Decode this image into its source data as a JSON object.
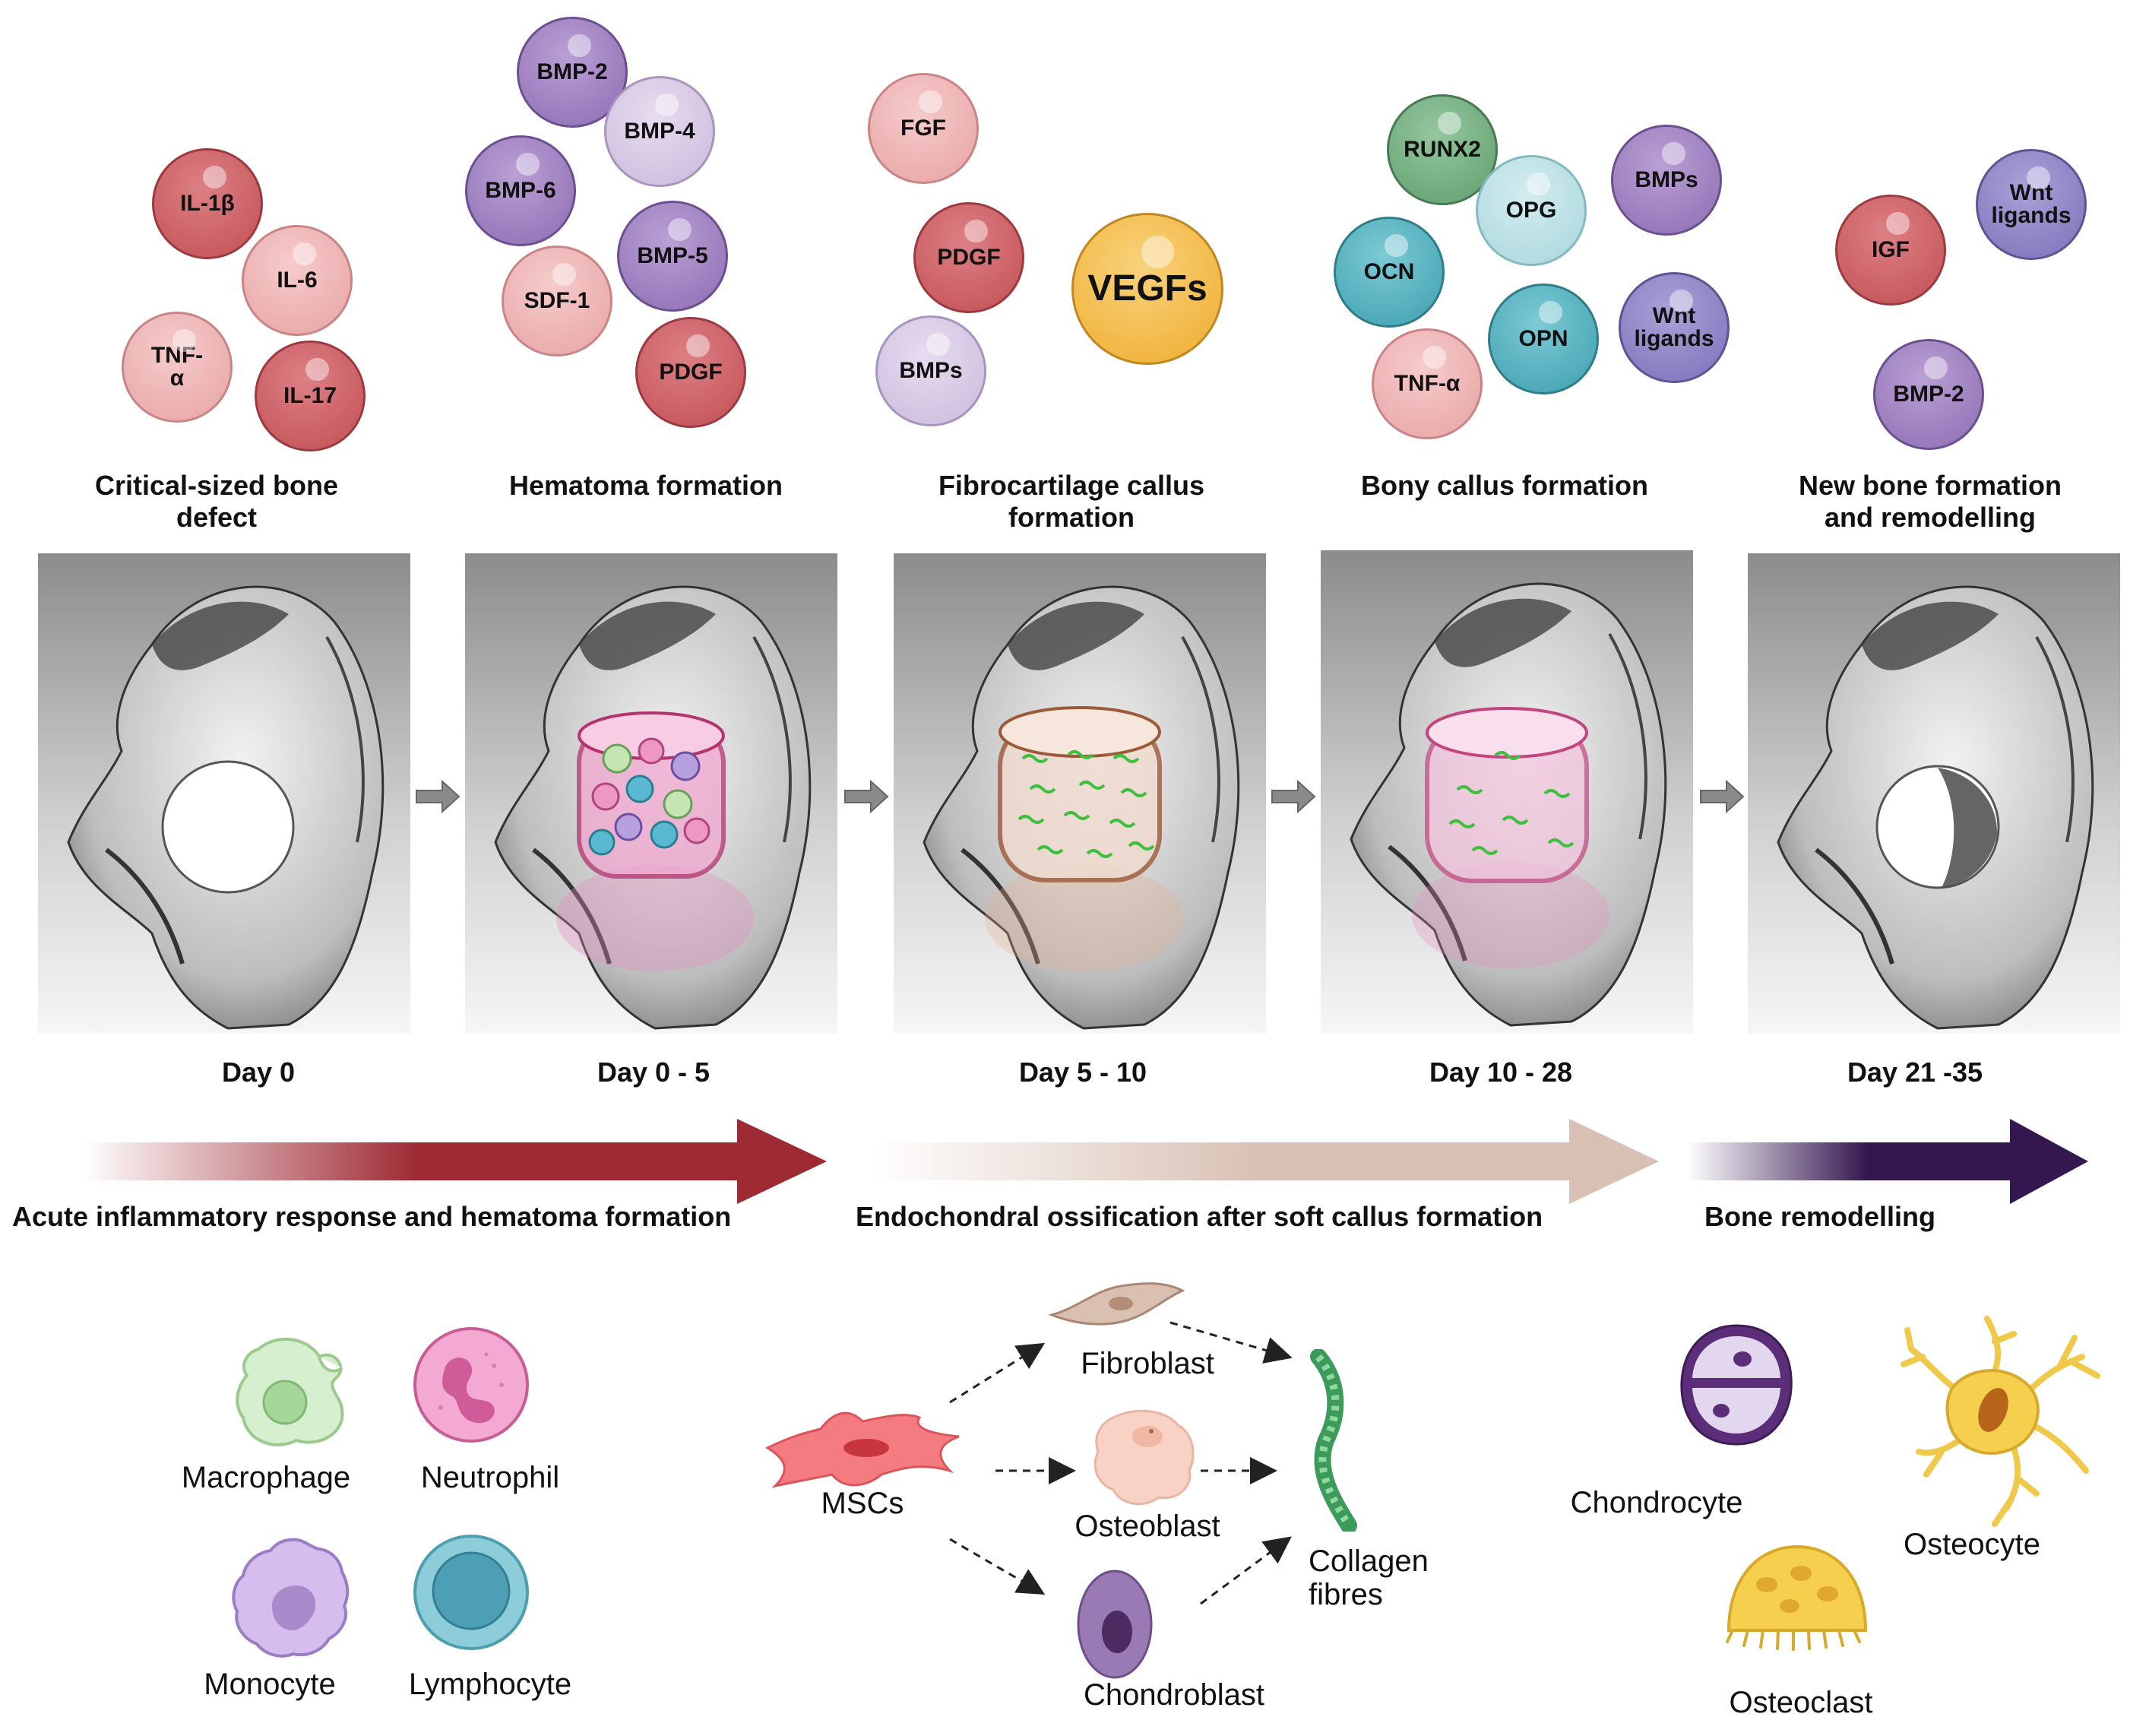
{
  "stages": [
    {
      "title": "Critical-sized bone\ndefect",
      "day": "Day 0"
    },
    {
      "title": "Hematoma formation",
      "day": "Day 0 - 5"
    },
    {
      "title": "Fibrocartilage callus\nformation",
      "day": "Day 5 - 10"
    },
    {
      "title": "Bony callus formation",
      "day": "Day 10 - 28"
    },
    {
      "title": "New bone formation\nand remodelling",
      "day": "Day 21 -35"
    }
  ],
  "factors": {
    "stage1": [
      "IL-1β",
      "IL-6",
      "TNF-\nα",
      "IL-17"
    ],
    "stage2": [
      "BMP-2",
      "BMP-4",
      "BMP-6",
      "BMP-5",
      "SDF-1",
      "PDGF"
    ],
    "stage3": [
      "FGF",
      "PDGF",
      "VEGFs",
      "BMPs"
    ],
    "stage4": [
      "RUNX2",
      "BMPs",
      "OPG",
      "OCN",
      "Wnt\nligands",
      "OPN",
      "TNF-α"
    ],
    "stage5": [
      "Wnt\nligands",
      "IGF",
      "BMP-2"
    ]
  },
  "phases": [
    {
      "label": "Acute inflammatory response  and hematoma formation",
      "color": "#9e2a33"
    },
    {
      "label": "Endochondral ossification after soft callus formation",
      "color": "#d9c0b4"
    },
    {
      "label": "Bone remodelling",
      "color": "#34174f"
    }
  ],
  "cells": {
    "immune": [
      "Macrophage",
      "Neutrophil",
      "Monocyte",
      "Lymphocyte"
    ],
    "lineage": {
      "source": "MSCs",
      "targets": [
        "Fibroblast",
        "Osteoblast",
        "Chondroblast"
      ],
      "product": "Collagen\nfibres"
    },
    "bone": [
      "Chondrocyte",
      "Osteocyte",
      "Osteoclast"
    ]
  },
  "colors": {
    "red_bubble": "#c9595e",
    "pink_bubble": "#eeb5b5",
    "purple_bubble": "#9d80bd",
    "lavender_bubble": "#d2c2e0",
    "green_bubble": "#6fae7d",
    "teal_bubble": "#4eb3c2",
    "light_teal_bubble": "#b3dde3",
    "violet_bubble": "#8a7fc4",
    "vegf_bubble": "#f2b73d"
  }
}
